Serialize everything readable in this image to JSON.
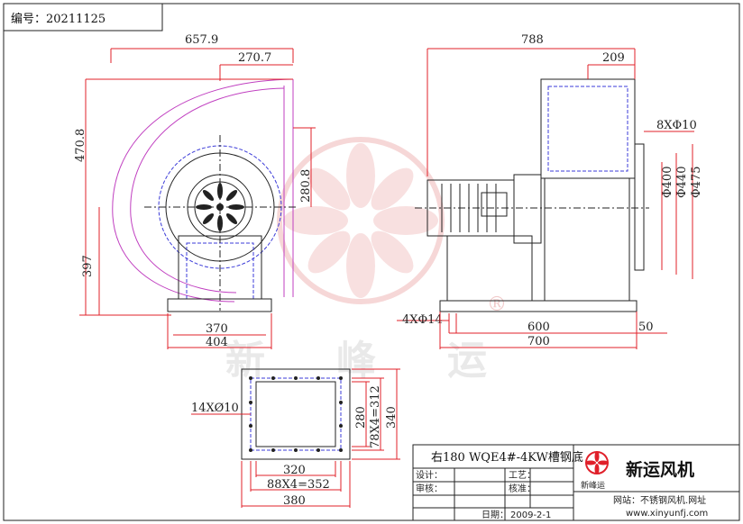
{
  "header": {
    "serial": "编号：20211125"
  },
  "dimensions": {
    "front": {
      "width_total": "657.9",
      "width_half": "270.7",
      "height_total": "470.8",
      "outlet": "280.8",
      "center_height": "397",
      "base_inner": "370",
      "base_outer": "404"
    },
    "side": {
      "length_total": "788",
      "outlet_offset": "209",
      "bolts": "8XΦ10",
      "d1": "Φ400",
      "d2": "Φ440",
      "d3": "Φ475",
      "holes": "4XΦ14",
      "rail_inner": "600",
      "rail_outer": "700",
      "overhang": "50"
    },
    "flange": {
      "holes": "14XØ10",
      "inner_w": "320",
      "pitch_w": "88X4=352",
      "outer_w": "380",
      "inner_h": "280",
      "pitch_h": "78X4=312",
      "outer_h": "340"
    }
  },
  "title_block": {
    "model": "右180 WQE4#-4KW槽钢底",
    "design_label": "设计：",
    "process_label": "工艺：",
    "review_label": "审核：",
    "check_label": "核准：",
    "date_label": "日期：",
    "date": "2009-2-1",
    "brand_logo_text": "新峰运",
    "company": "新运风机",
    "website_label": "网站：不锈钢风机.网址",
    "website": "www.xinyunfj.com"
  },
  "watermark": {
    "text": "新峰运",
    "symbol": "®"
  },
  "colors": {
    "dimension": "#e0202a",
    "outline": "#222222",
    "hidden": "#3b3bd8",
    "scroll": "#c03fc0",
    "watermark": "#f0b8b8"
  }
}
